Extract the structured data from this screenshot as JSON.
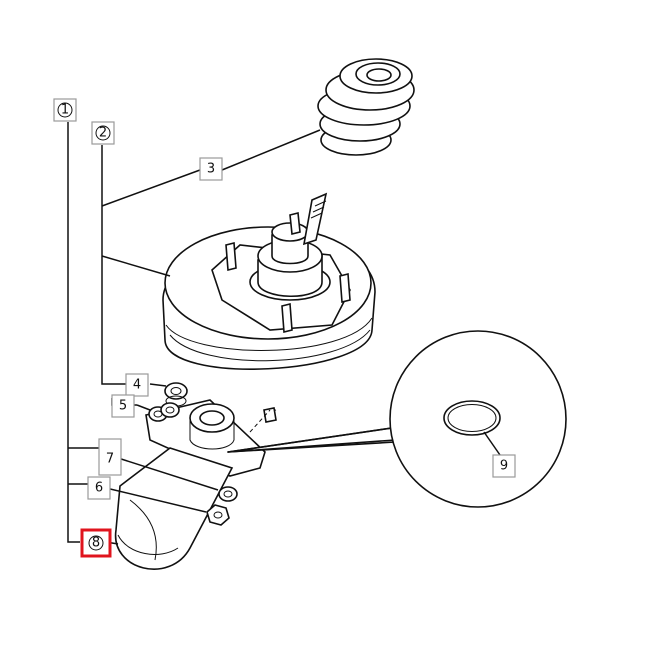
{
  "diagram": {
    "callouts": [
      {
        "id": "c1",
        "label": "1",
        "circled": true
      },
      {
        "id": "c2",
        "label": "2",
        "circled": true
      },
      {
        "id": "c3",
        "label": "3",
        "circled": false
      },
      {
        "id": "c4",
        "label": "4",
        "circled": false
      },
      {
        "id": "c5",
        "label": "5",
        "circled": false
      },
      {
        "id": "c6",
        "label": "6",
        "circled": false
      },
      {
        "id": "c7",
        "label": "7",
        "circled": false
      },
      {
        "id": "c8",
        "label": "8",
        "circled": true,
        "highlighted": true
      },
      {
        "id": "c9",
        "label": "9",
        "circled": false
      }
    ],
    "colors": {
      "line": "#111111",
      "callout_border": "#9a9a9a",
      "highlight": "#e0141e",
      "background": "#ffffff"
    }
  }
}
